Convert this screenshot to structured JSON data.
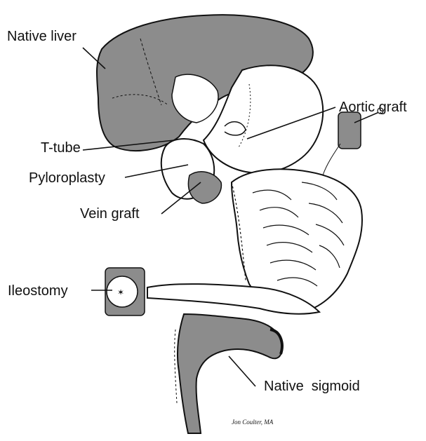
{
  "colors": {
    "organ_fill": "#8c8c8c",
    "organ_light": "#ffffff",
    "stroke": "#111111",
    "background": "#ffffff"
  },
  "labels": {
    "native_liver": "Native liver",
    "aortic_graft": "Aortic graft",
    "t_tube": "T-tube",
    "pyloroplasty": "Pyloroplasty",
    "vein_graft": "Vein graft",
    "ileostomy": "Ileostomy",
    "native_sigmoid": "Native  sigmoid"
  },
  "credit": "Jon Coulter, MA"
}
